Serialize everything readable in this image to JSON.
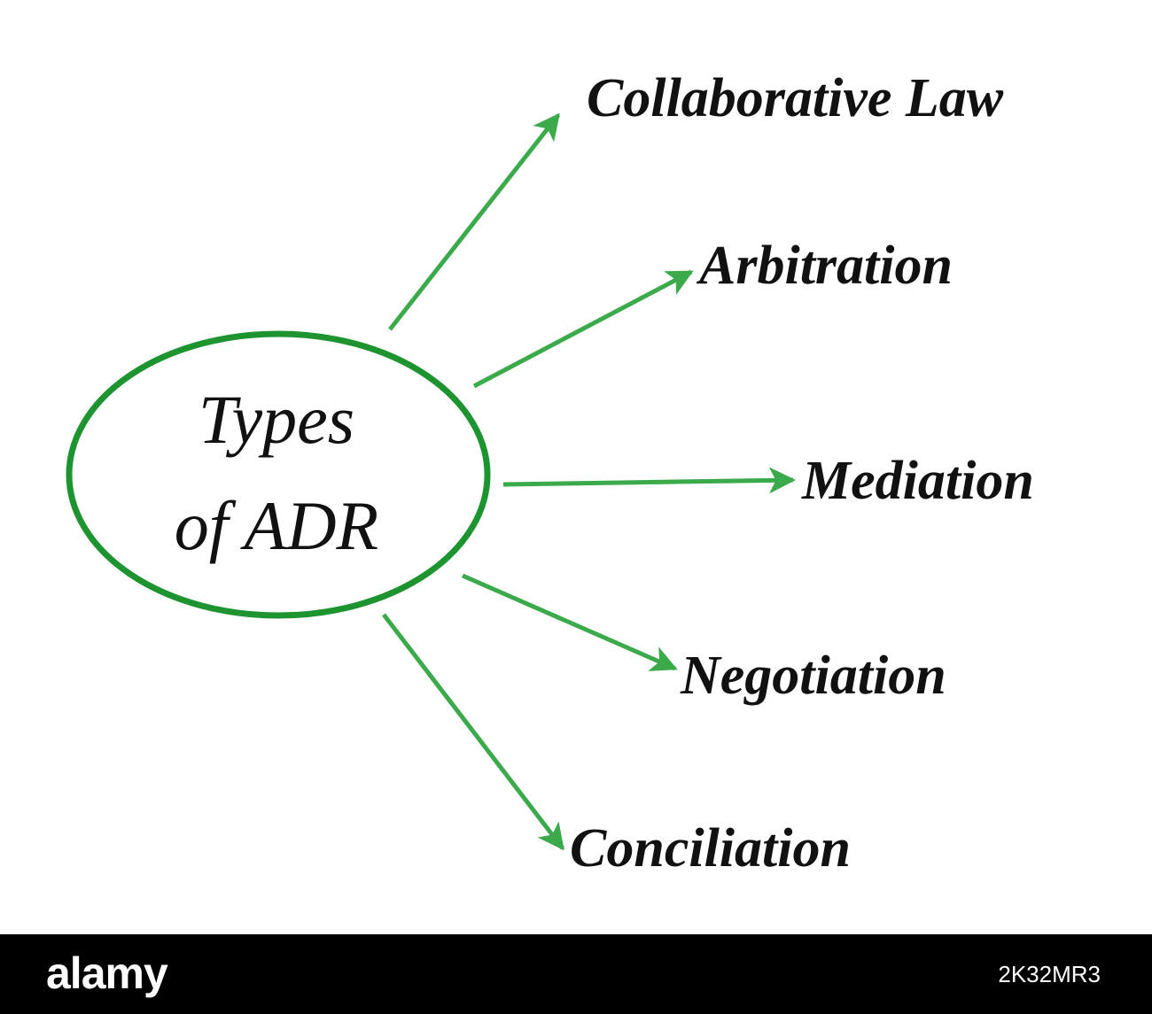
{
  "diagram": {
    "center": {
      "lines": [
        "Types",
        "of ADR"
      ]
    },
    "branches": [
      {
        "label": "Collaborative Law"
      },
      {
        "label": "Arbitration"
      },
      {
        "label": "Mediation"
      },
      {
        "label": "Negotiation"
      },
      {
        "label": "Conciliation"
      }
    ]
  },
  "colors": {
    "accent": "#3aaa4a",
    "ellipse": "#1e9430",
    "text": "#111111",
    "background": "#ffffff",
    "watermark_bar": "#000000"
  },
  "watermark": {
    "logo": "alamy",
    "image_code": "2K32MR3"
  }
}
